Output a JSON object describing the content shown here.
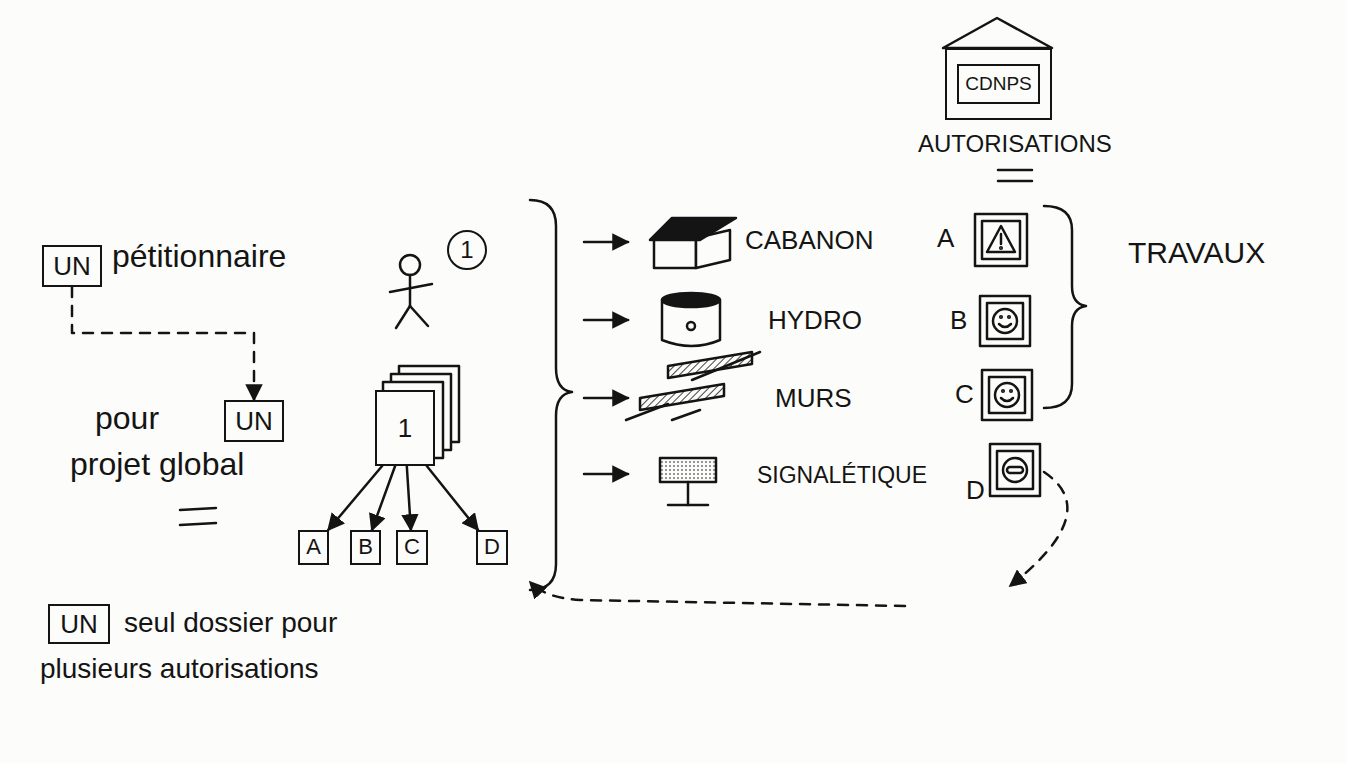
{
  "diagram": {
    "nodes": [
      {
        "text": [
          "UN"
        ]
      },
      {
        "text": [
          "UN"
        ]
      },
      {
        "text": [
          "UN"
        ]
      },
      {
        "text": [
          "1"
        ]
      },
      {
        "text": [
          "1"
        ]
      },
      {
        "text": [
          "A"
        ]
      },
      {
        "text": [
          "B"
        ]
      },
      {
        "text": [
          "C"
        ]
      },
      {
        "text": [
          "D"
        ]
      },
      {
        "text": [
          "CDNPS"
        ]
      }
    ],
    "edges": [
      {
        "from": 0,
        "to": 1,
        "arrow": "to"
      },
      {
        "from": 4,
        "to": 5,
        "arrow": "to"
      },
      {
        "from": 4,
        "to": 6,
        "arrow": "to"
      },
      {
        "from": 4,
        "to": 7,
        "arrow": "to"
      },
      {
        "from": 4,
        "to": 8,
        "arrow": "to"
      }
    ],
    "labels": [
      "pétitionnaire",
      "pour",
      "projet global",
      "seul dossier pour plusieurs autorisations",
      "CABANON",
      "HYDRO",
      "MURS",
      "SIGNALÉTIQUE",
      "AUTORISATIONS",
      "A",
      "B",
      "C",
      "D",
      "TRAVAUX"
    ]
  }
}
